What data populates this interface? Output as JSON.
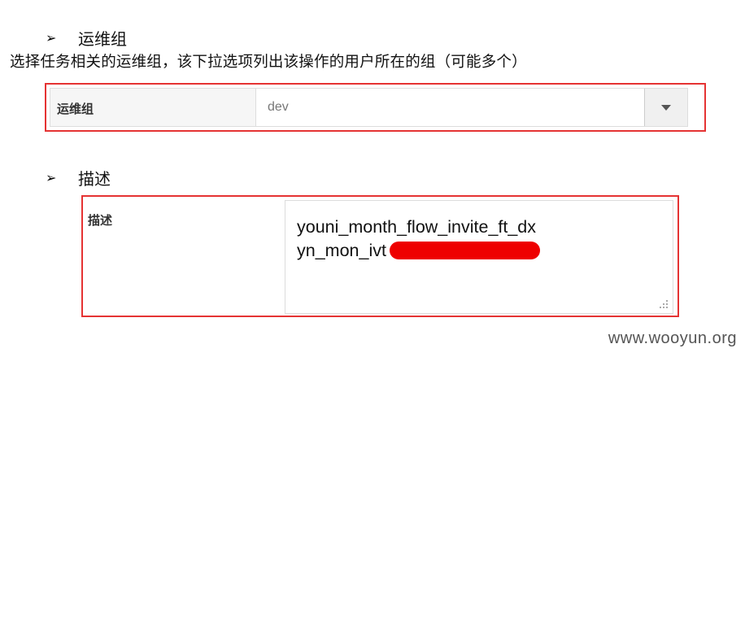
{
  "sections": {
    "ops_group": {
      "heading": "运维组",
      "explanation": "选择任务相关的运维组，该下拉选项列出该操作的用户所在的组（可能多个）",
      "field_label": "运维组",
      "selected_value": "dev"
    },
    "description": {
      "heading": "描述",
      "field_label": "描述",
      "line1": "youni_month_flow_invite_ft_dx",
      "line2_prefix": "yn_mon_ivt"
    }
  },
  "watermark": "www.wooyun.org",
  "colors": {
    "highlight_frame": "#e53333",
    "redaction": "#ee0000"
  }
}
